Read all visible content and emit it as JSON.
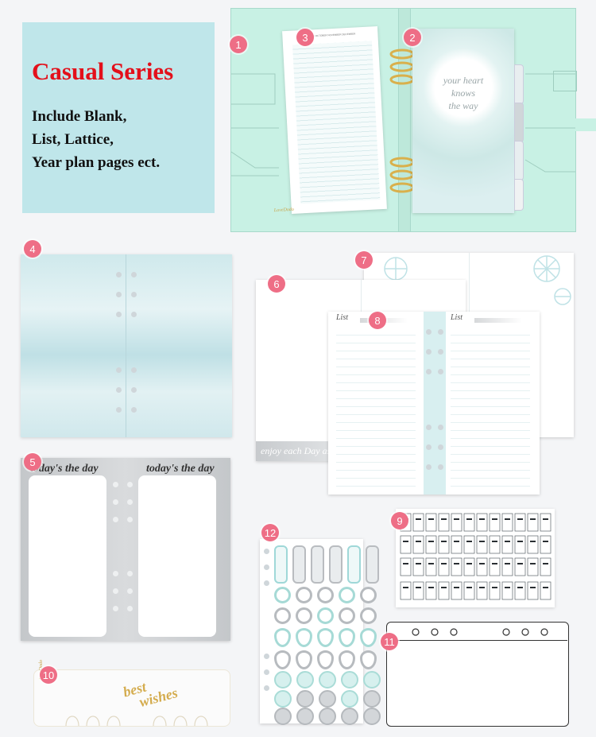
{
  "info_box": {
    "title": "Casual Series",
    "lines": [
      "Include Blank,",
      "List, Lattice,",
      "Year plan pages ect."
    ],
    "bg_color": "#bfe6ea",
    "title_color": "#e3101b"
  },
  "badges": [
    "1",
    "2",
    "3",
    "4",
    "5",
    "6",
    "7",
    "8",
    "9",
    "10",
    "11",
    "12"
  ],
  "planner": {
    "cover_text": [
      "your heart",
      "knows",
      "the way"
    ],
    "brand": "LoveDodo",
    "months_header": "SEPTEMBER OCTOBER NOVEMBER DECEMBER"
  },
  "pages": {
    "divider_quote": "enjoy each Day as",
    "list_heading": "List",
    "todays_heading": "today's the day"
  },
  "bookmark": {
    "brand": "LoveDodo",
    "script": [
      "best",
      "wishes"
    ]
  },
  "colors": {
    "mint": "#c6f0e2",
    "accent_pink": "#ee6e86",
    "gray": "#b7bbbf",
    "gold": "#d9b04c"
  }
}
